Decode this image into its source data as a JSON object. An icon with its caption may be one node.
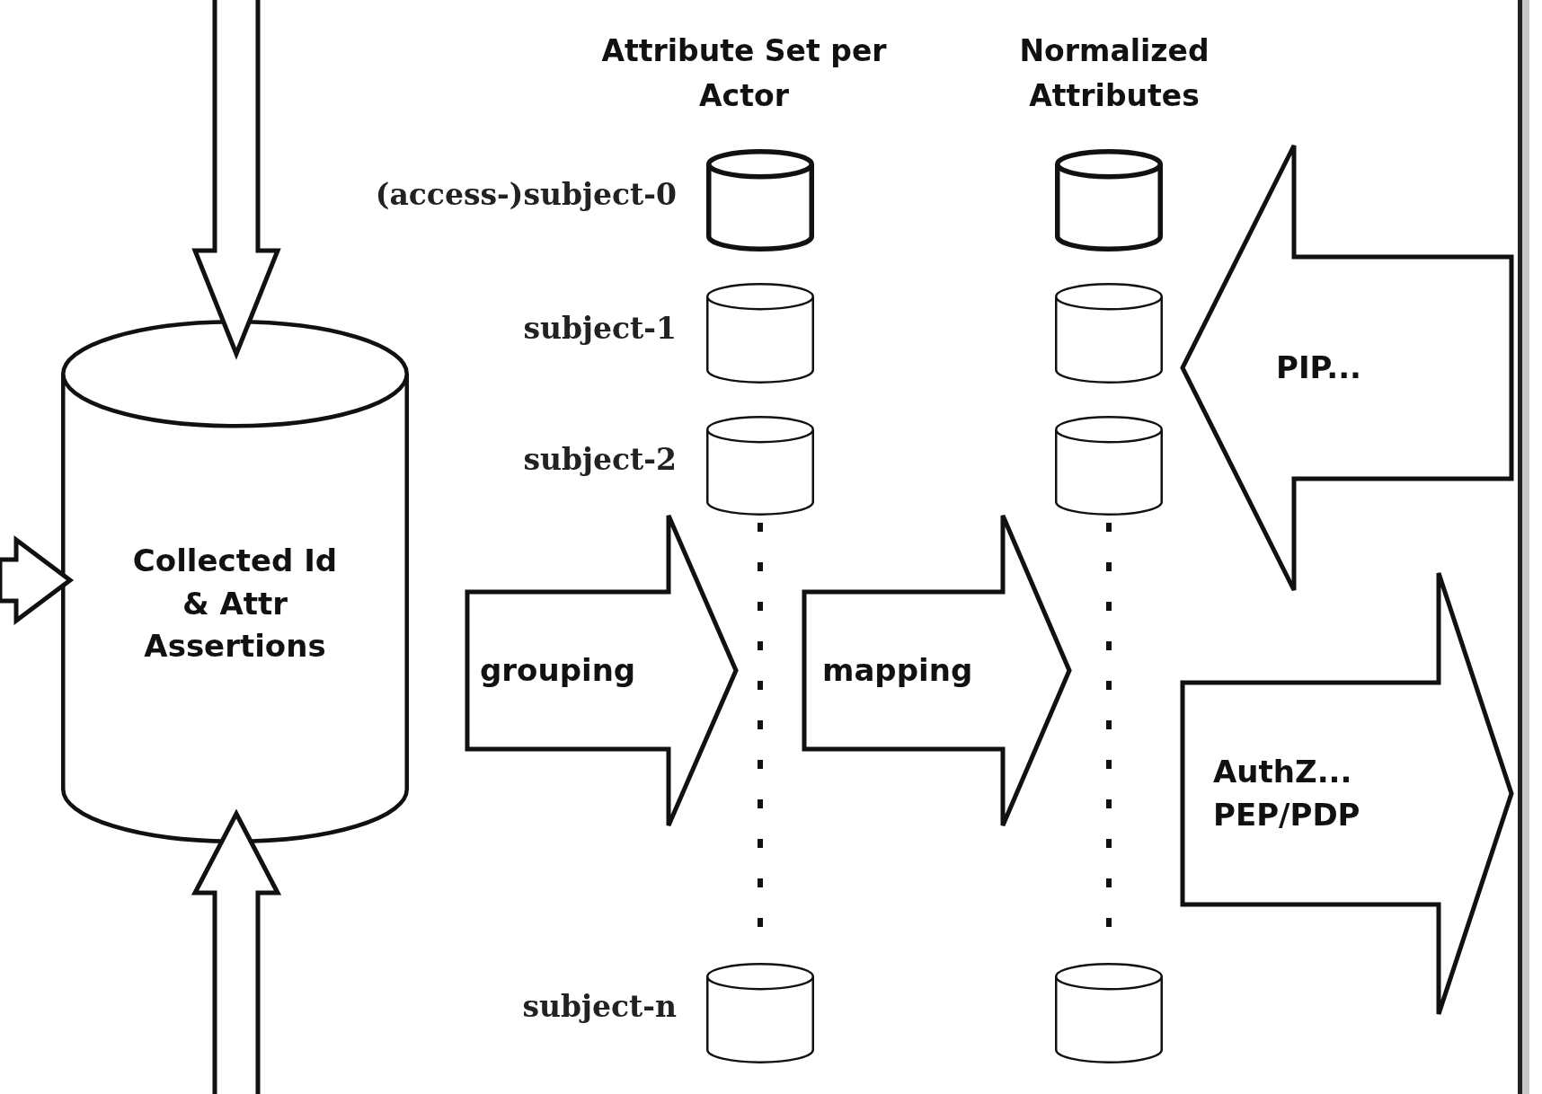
{
  "diagram": {
    "nodes": [
      {
        "text": [
          "Collected Id & Attr Assertions"
        ]
      },
      {
        "text": [],
        "shape": "cylinder",
        "beside": [
          "(access-)subject-0"
        ]
      },
      {
        "text": [],
        "shape": "cylinder",
        "beside": [
          "subject-1"
        ]
      },
      {
        "text": [],
        "shape": "cylinder",
        "beside": [
          "subject-2"
        ]
      },
      {
        "text": [],
        "shape": "cylinder",
        "beside": [
          "subject-n"
        ]
      },
      {
        "text": [],
        "shape": "cylinder"
      },
      {
        "text": [],
        "shape": "cylinder"
      },
      {
        "text": [],
        "shape": "cylinder"
      },
      {
        "text": [],
        "shape": "cylinder"
      }
    ],
    "edges": [
      {
        "from": null,
        "to": 0,
        "arrow": "to"
      },
      {
        "from": null,
        "to": 0,
        "arrow": "to"
      },
      {
        "from": null,
        "to": 0,
        "arrow": "to"
      },
      {
        "from": 3,
        "to": 4,
        "arrow": "none",
        "style": "dashed"
      },
      {
        "from": 7,
        "to": 8,
        "arrow": "none",
        "style": "dashed"
      },
      {
        "from": 0,
        "to": 3,
        "arrow": "to",
        "label": "grouping"
      },
      {
        "from": 3,
        "to": 7,
        "arrow": "to",
        "label": "mapping"
      },
      {
        "from": null,
        "to": 6,
        "arrow": "to",
        "label": "PIP..."
      },
      {
        "from": 8,
        "to": null,
        "arrow": "to",
        "label": "AuthZ... PEP/PDP"
      }
    ],
    "labels": [
      "Attribute Set per Actor",
      "Normalized Attributes"
    ]
  }
}
